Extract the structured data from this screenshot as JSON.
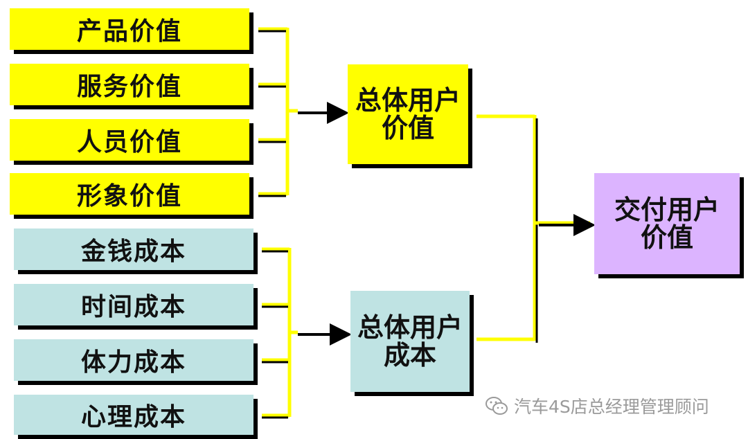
{
  "value_items": [
    "产品价值",
    "服务价值",
    "人员价值",
    "形象价值"
  ],
  "cost_items": [
    "金钱成本",
    "时间成本",
    "体力成本",
    "心理成本"
  ],
  "total_value": "总体用户\n价值",
  "total_cost": "总体用户\n成本",
  "delivered_value": "交付用户\n价值",
  "watermark": "汽车4S店总经理管理顾问",
  "colors": {
    "yellow": "#ffff00",
    "teal": "#bfe3e3",
    "purple": "#dcb4ff",
    "wire_yellow": "#ffff00",
    "wire_black": "#000000"
  }
}
